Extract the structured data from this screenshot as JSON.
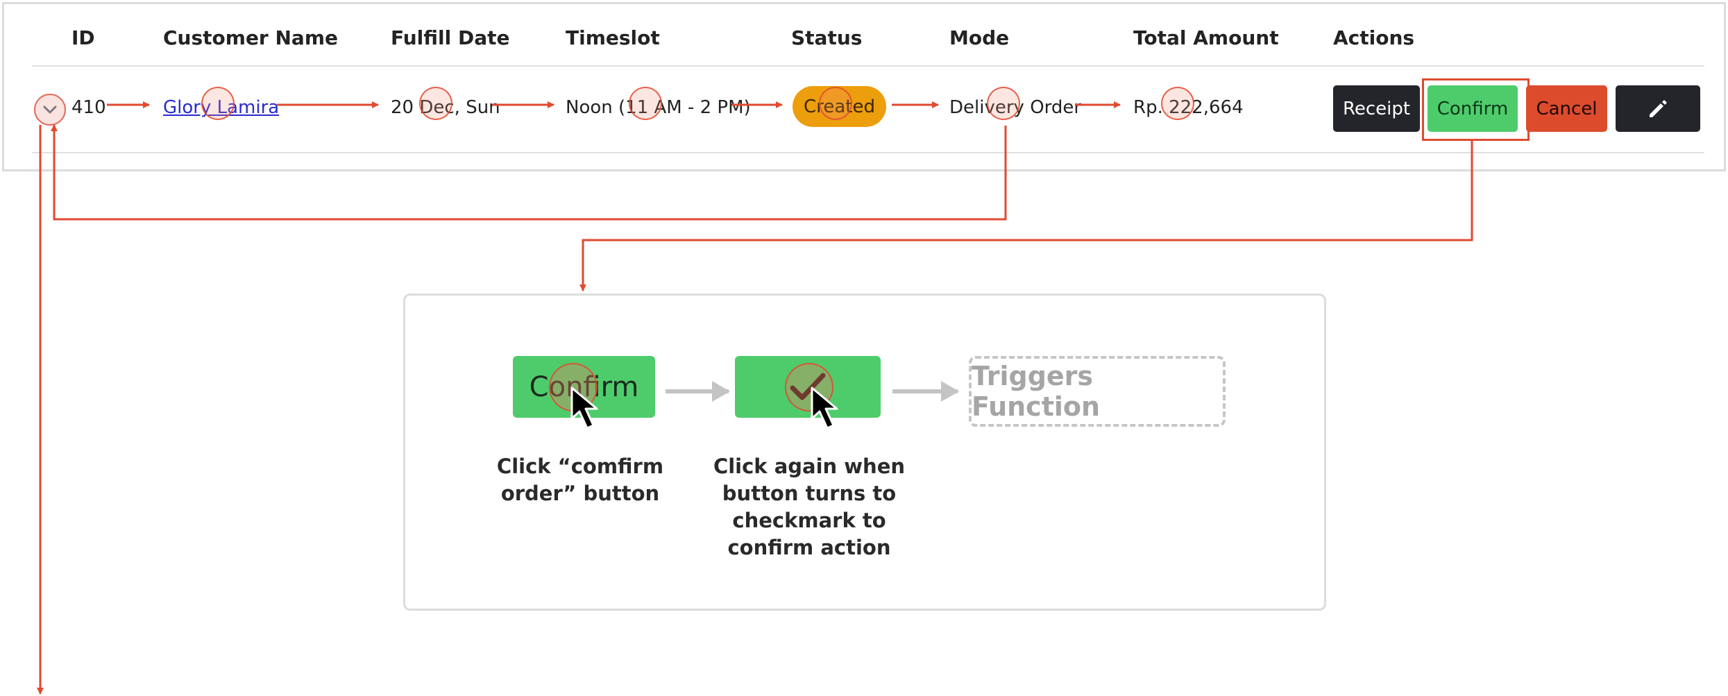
{
  "table": {
    "headers": [
      "ID",
      "Customer Name",
      "Fulfill Date",
      "Timeslot",
      "Status",
      "Mode",
      "Total Amount",
      "Actions"
    ],
    "row": {
      "id": "410",
      "customer_name": "Glory Lamira",
      "fulfill_date": "20 Dec, Sun",
      "timeslot": "Noon (11 AM - 2 PM)",
      "status": "Created",
      "mode": "Delivery Order",
      "total_amount": "Rp. 222,664"
    },
    "actions": {
      "receipt_label": "Receipt",
      "confirm_label": "Confirm",
      "cancel_label": "Cancel"
    }
  },
  "flow": {
    "step1_button_label": "Confirm",
    "step1_caption": [
      "Click “comfirm",
      "order” button"
    ],
    "step2_caption": [
      "Click again when",
      "button turns to",
      "checkmark to",
      "confirm action"
    ],
    "step3_label": "Triggers Function"
  },
  "colors": {
    "annotation_red": "#e04a2f",
    "confirm_green": "#4ecc6b",
    "status_orange": "#ed9e0d",
    "cancel_red": "#dc4b2c",
    "dark_button": "#24252a",
    "flow_arrow_gray": "#c4c4c4"
  },
  "icons": {
    "expand": "chevron-down-icon",
    "edit": "pencil-icon",
    "checkmark": "checkmark-icon",
    "cursor": "mouse-pointer-icon"
  }
}
